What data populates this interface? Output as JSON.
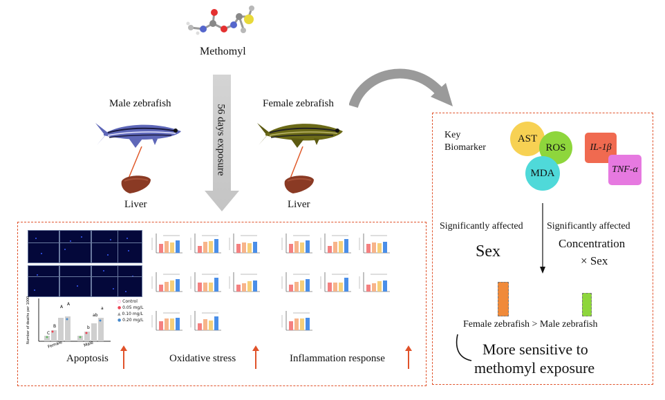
{
  "top": {
    "chemical": "Methomyl",
    "exposure": "56 days exposure"
  },
  "left_fish": {
    "label": "Male zebrafish",
    "organ": "Liver",
    "color": "#5e67b8"
  },
  "right_fish": {
    "label": "Female zebrafish",
    "organ": "Liver",
    "color": "#5c5a12"
  },
  "results": {
    "apoptosis": "Apoptosis",
    "oxidative": "Oxidative stress",
    "inflammation": "Inflammation response",
    "legend": [
      "Control",
      "0.05 mg/L",
      "0.10 mg/L",
      "0.20 mg/L"
    ],
    "ylabel": "Number of deaths per 1000 cells",
    "groups": [
      "Female",
      "Male"
    ]
  },
  "biomarker": {
    "title_line1": "Key",
    "title_line2": "Biomarker",
    "ast": "AST",
    "ros": "ROS",
    "mda": "MDA",
    "il1b": "IL-1β",
    "tnfa": "TNF-α",
    "left_effect": "Significantly affected",
    "right_effect": "Significantly affected",
    "sex": "Sex",
    "concentration": "Concentration",
    "cross_sex": "× Sex",
    "comparison": "Female zebrafish > Male zebrafish",
    "conclusion_line1": "More sensitive to",
    "conclusion_line2": "methomyl exposure"
  },
  "colors": {
    "dash": "#e0522a",
    "ast": "#f7d153",
    "ros": "#8ed63c",
    "mda": "#4fd9d9",
    "il1b": "#f06a50",
    "tnfa": "#e679e0",
    "female_bar": "#f08a3a",
    "male_bar": "#8ed63c"
  }
}
